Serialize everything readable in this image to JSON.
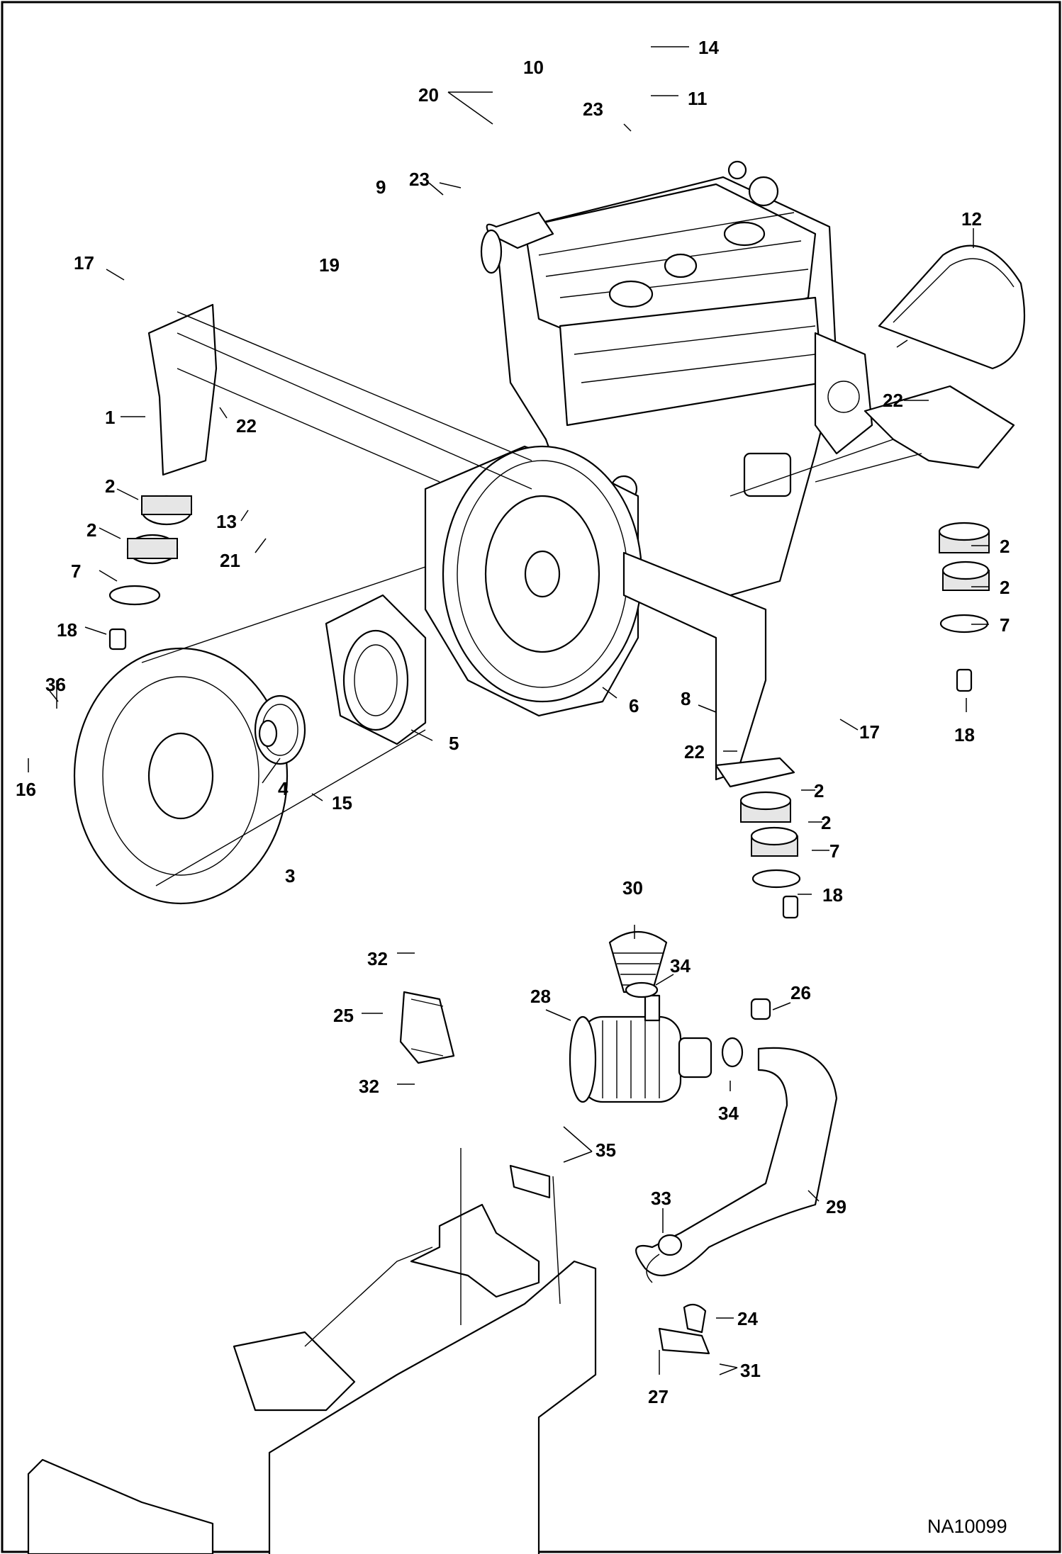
{
  "diagram": {
    "drawing_id": "NA10099",
    "callouts": [
      {
        "key": "c1",
        "text": "1"
      },
      {
        "key": "c2a",
        "text": "2"
      },
      {
        "key": "c2b",
        "text": "2"
      },
      {
        "key": "c2c",
        "text": "2"
      },
      {
        "key": "c2d",
        "text": "2"
      },
      {
        "key": "c2e",
        "text": "2"
      },
      {
        "key": "c2f",
        "text": "2"
      },
      {
        "key": "c3",
        "text": "3"
      },
      {
        "key": "c4",
        "text": "4"
      },
      {
        "key": "c5",
        "text": "5"
      },
      {
        "key": "c6",
        "text": "6"
      },
      {
        "key": "c7a",
        "text": "7"
      },
      {
        "key": "c7b",
        "text": "7"
      },
      {
        "key": "c7c",
        "text": "7"
      },
      {
        "key": "c8",
        "text": "8"
      },
      {
        "key": "c9",
        "text": "9"
      },
      {
        "key": "c10",
        "text": "10"
      },
      {
        "key": "c11",
        "text": "11"
      },
      {
        "key": "c12",
        "text": "12"
      },
      {
        "key": "c13",
        "text": "13"
      },
      {
        "key": "c14",
        "text": "14"
      },
      {
        "key": "c15",
        "text": "15"
      },
      {
        "key": "c16",
        "text": "16"
      },
      {
        "key": "c17a",
        "text": "17"
      },
      {
        "key": "c17b",
        "text": "17"
      },
      {
        "key": "c18a",
        "text": "18"
      },
      {
        "key": "c18b",
        "text": "18"
      },
      {
        "key": "c18c",
        "text": "18"
      },
      {
        "key": "c19",
        "text": "19"
      },
      {
        "key": "c20",
        "text": "20"
      },
      {
        "key": "c21",
        "text": "21"
      },
      {
        "key": "c22a",
        "text": "22"
      },
      {
        "key": "c22b",
        "text": "22"
      },
      {
        "key": "c22c",
        "text": "22"
      },
      {
        "key": "c23a",
        "text": "23"
      },
      {
        "key": "c23b",
        "text": "23"
      },
      {
        "key": "c24",
        "text": "24"
      },
      {
        "key": "c25",
        "text": "25"
      },
      {
        "key": "c26",
        "text": "26"
      },
      {
        "key": "c27",
        "text": "27"
      },
      {
        "key": "c28",
        "text": "28"
      },
      {
        "key": "c29",
        "text": "29"
      },
      {
        "key": "c30",
        "text": "30"
      },
      {
        "key": "c31",
        "text": "31"
      },
      {
        "key": "c32a",
        "text": "32"
      },
      {
        "key": "c32b",
        "text": "32"
      },
      {
        "key": "c33",
        "text": "33"
      },
      {
        "key": "c34a",
        "text": "34"
      },
      {
        "key": "c34b",
        "text": "34"
      },
      {
        "key": "c35",
        "text": "35"
      },
      {
        "key": "c36",
        "text": "36"
      }
    ]
  }
}
